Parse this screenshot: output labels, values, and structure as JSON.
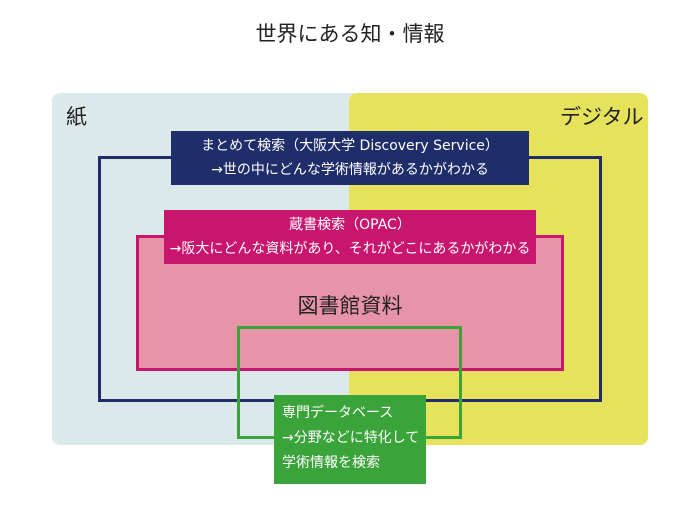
{
  "title": "世界にある知・情報",
  "zones": {
    "paper": "紙",
    "digital": "デジタル"
  },
  "discovery_service": {
    "line1": "まとめて検索（大阪大学 Discovery Service）",
    "line2": "→世の中にどんな学術情報があるかがわかる"
  },
  "opac": {
    "line1": "蔵書検索（OPAC）",
    "line2": "→阪大にどんな資料があり、それがどこにあるかがわかる"
  },
  "library_materials": "図書館資料",
  "special_databases": {
    "line1": "専門データベース",
    "line2": "→分野などに特化して",
    "line3": "学術情報を検索"
  },
  "colors": {
    "paper_zone": "#dbe9ea",
    "digital_zone": "#e6e25c",
    "discovery_service": "#1f2d6b",
    "opac": "#c8156d",
    "library_fill": "#e894a8",
    "special_databases": "#3aa33a"
  }
}
